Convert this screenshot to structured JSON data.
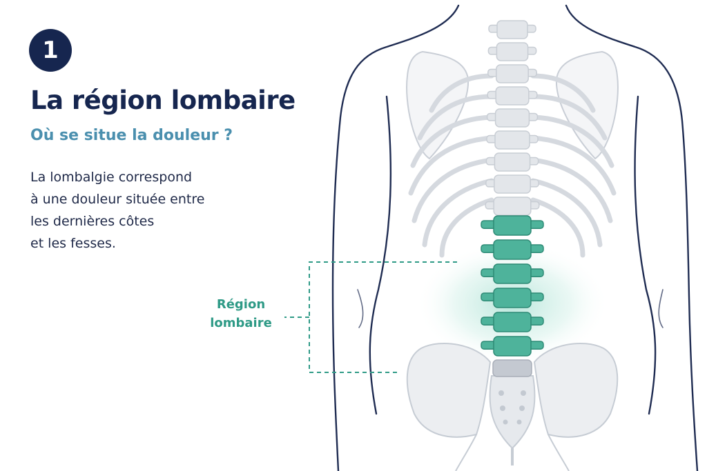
{
  "step": {
    "number": "1"
  },
  "title": "La région lombaire",
  "subtitle": "Où se situe la douleur ?",
  "description": [
    "La lombalgie correspond",
    "à une douleur située entre",
    "les dernières côtes",
    "et les fesses."
  ],
  "callout": {
    "label_line1": "Région",
    "label_line2": "lombaire"
  },
  "illustration": {
    "subject": "torso-back-with-spine",
    "highlighted_vertebrae": 6
  },
  "colors": {
    "navy": "#16264f",
    "subtitle_blue": "#4a8fae",
    "lumbar_teal": "#3fa58f",
    "callout_teal": "#2e9a86",
    "bone_gray": "#dde1e6"
  }
}
